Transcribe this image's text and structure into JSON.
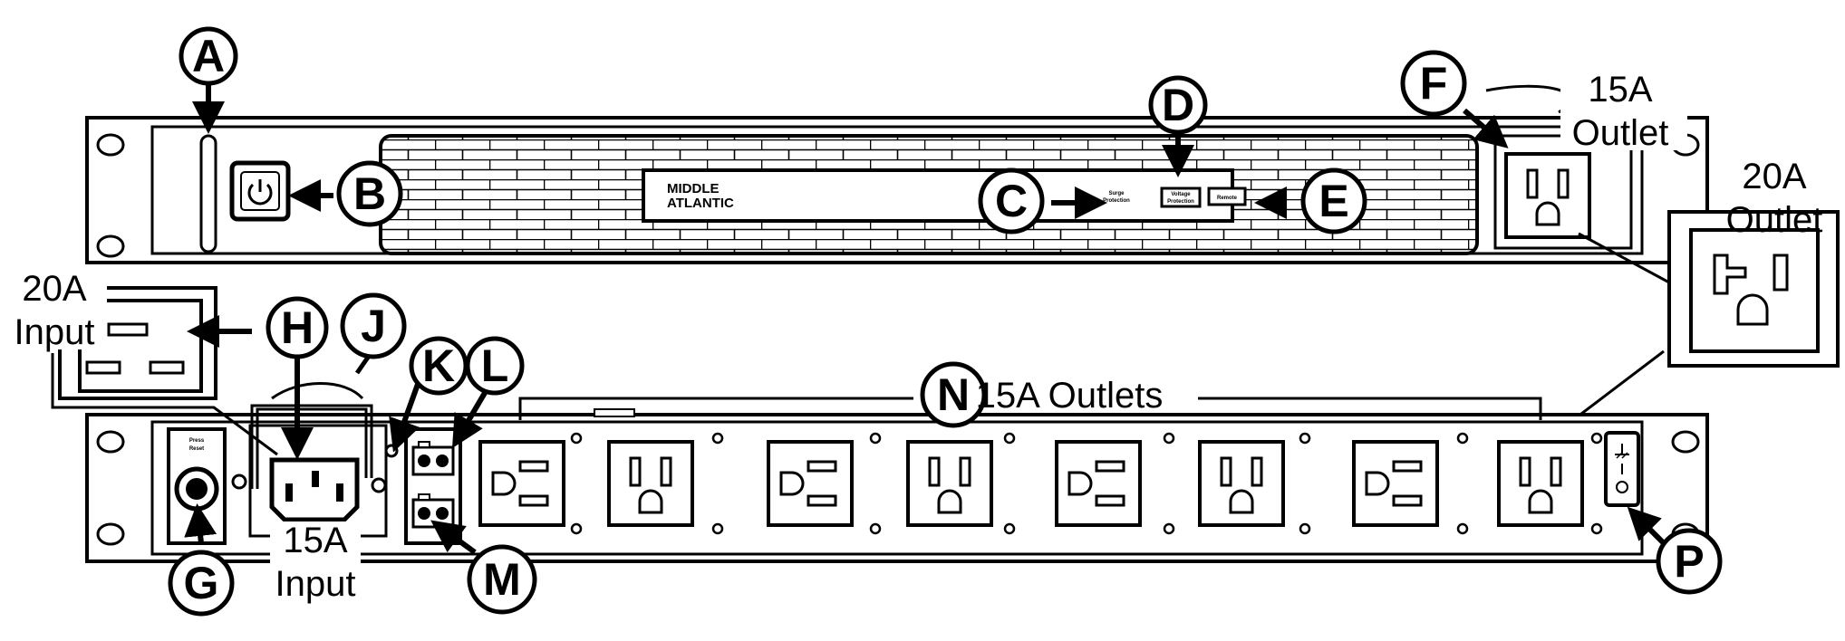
{
  "callouts": {
    "A": "A",
    "B": "B",
    "C": "C",
    "D": "D",
    "E": "E",
    "F": "F",
    "G": "G",
    "H": "H",
    "J": "J",
    "K": "K",
    "L": "L",
    "M": "M",
    "N": "N",
    "P": "P"
  },
  "captions": {
    "outlet_15a_line1": "15A",
    "outlet_15a_line2": "Outlet",
    "outlet_20a_line1": "20A",
    "outlet_20a_line2": "Outlet",
    "input_20a_line1": "20A",
    "input_20a_line2": "Input",
    "input_15a_line1": "15A",
    "input_15a_line2": "Input",
    "outlets_15a": "15A Outlets"
  },
  "front_panel": {
    "brand_line1": "MIDDLE",
    "brand_line2": "ATLANTIC",
    "surge_line1": "Surge",
    "surge_line2": "Protection",
    "voltage_line1": "Voltage",
    "voltage_line2": "Protection",
    "remote": "Remote"
  },
  "rear_panel": {
    "reset_line1": "Press",
    "reset_line2": "Reset"
  }
}
